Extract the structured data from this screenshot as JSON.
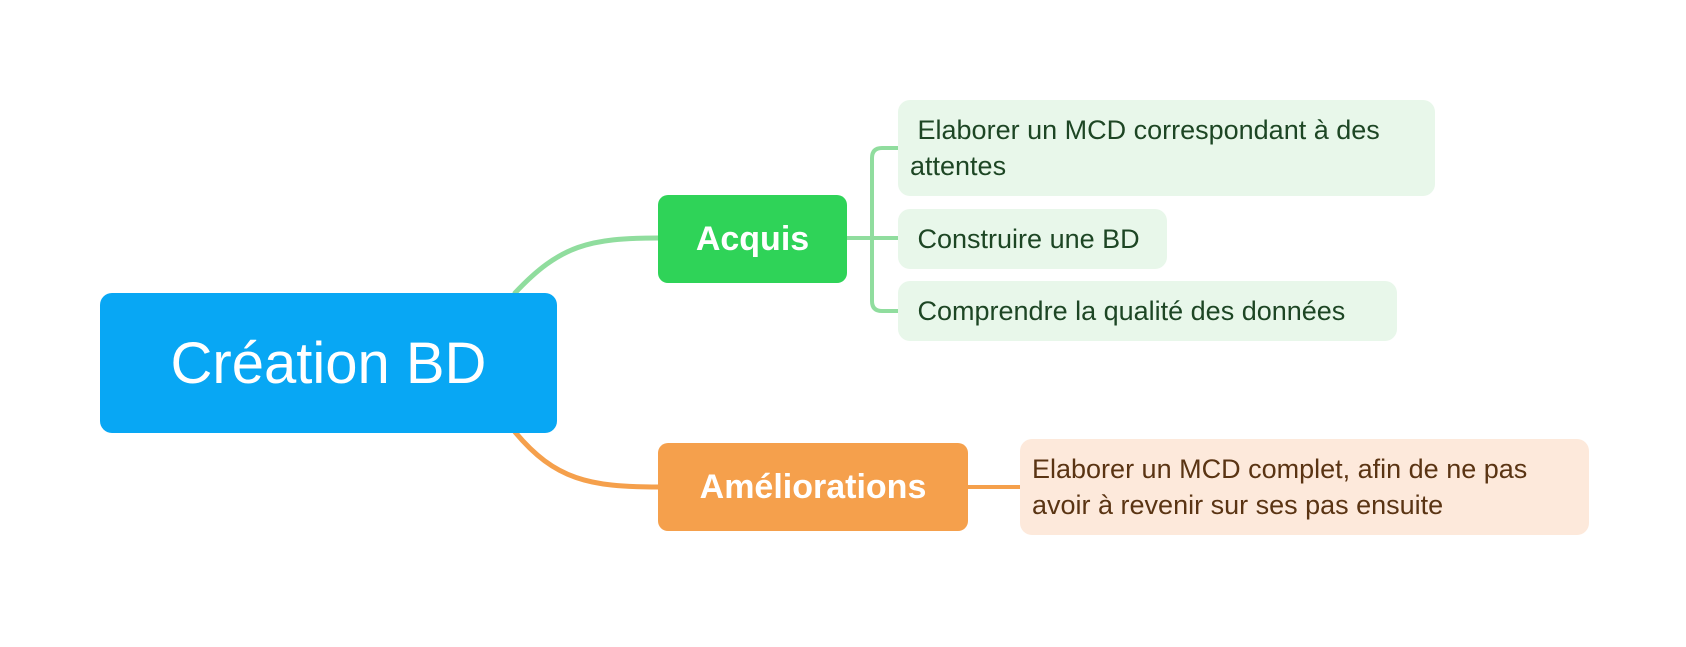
{
  "mindmap": {
    "root": {
      "label": "Création BD",
      "color": "#08a7f4"
    },
    "branches": [
      {
        "label": "Acquis",
        "color": "#2fd358",
        "connector_color": "#90dd9e",
        "leaf_background": "#e8f7ea",
        "leaves": [
          {
            "label": " Elaborer un MCD correspondant à des attentes"
          },
          {
            "label": " Construire une BD"
          },
          {
            "label": " Comprendre la qualité des données"
          }
        ]
      },
      {
        "label": "Améliorations",
        "color": "#f5a04c",
        "connector_color": "#f5a04c",
        "leaf_background": "#fde9db",
        "leaves": [
          {
            "label": "Elaborer un MCD complet, afin de ne pas avoir à revenir sur ses pas ensuite"
          }
        ]
      }
    ]
  }
}
